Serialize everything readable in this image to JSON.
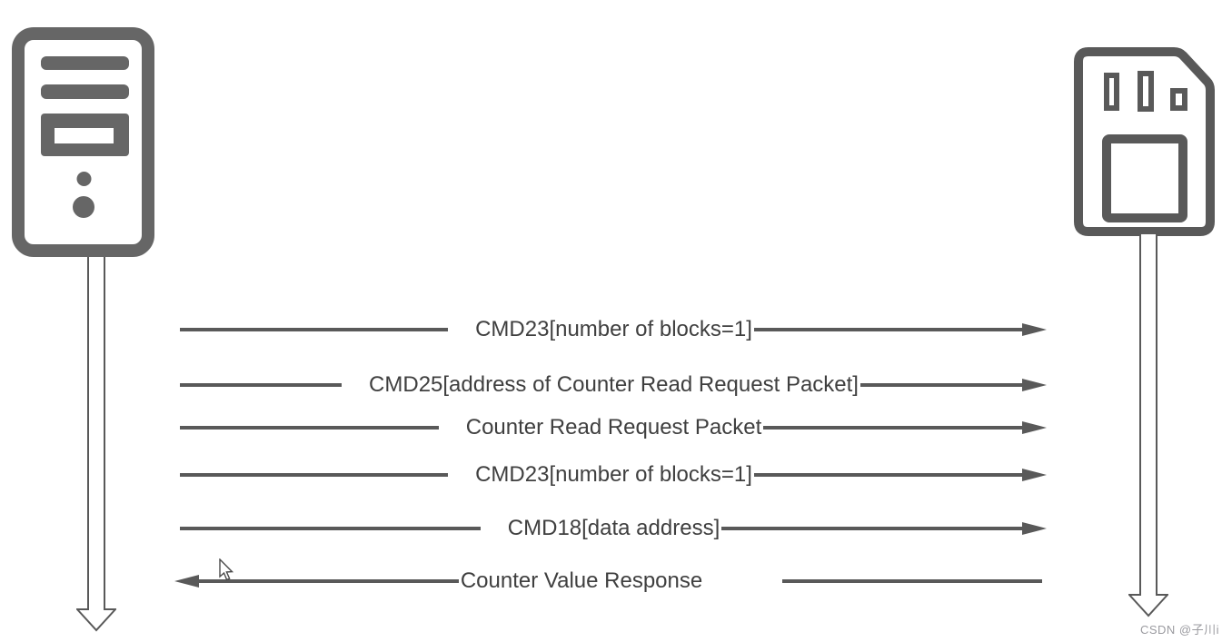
{
  "diagram": {
    "type": "sequence",
    "left_actor": "host-computer",
    "right_actor": "sd-card",
    "colors": {
      "line": "#595959",
      "icon": "#666666",
      "text": "#3f3f3f",
      "watermark": "#9b9ba0",
      "background": "#ffffff"
    },
    "messages": [
      {
        "label": "CMD23[number of blocks=1]",
        "direction": "right",
        "from": "host",
        "to": "card"
      },
      {
        "label": "CMD25[address of Counter Read Request Packet]",
        "direction": "right",
        "from": "host",
        "to": "card"
      },
      {
        "label": "Counter Read Request Packet",
        "direction": "right",
        "from": "host",
        "to": "card"
      },
      {
        "label": "CMD23[number of blocks=1]",
        "direction": "right",
        "from": "host",
        "to": "card"
      },
      {
        "label": "CMD18[data address]",
        "direction": "right",
        "from": "host",
        "to": "card"
      },
      {
        "label": "Counter Value Response",
        "direction": "left",
        "from": "card",
        "to": "host"
      }
    ],
    "watermark": "CSDN @子川i"
  }
}
